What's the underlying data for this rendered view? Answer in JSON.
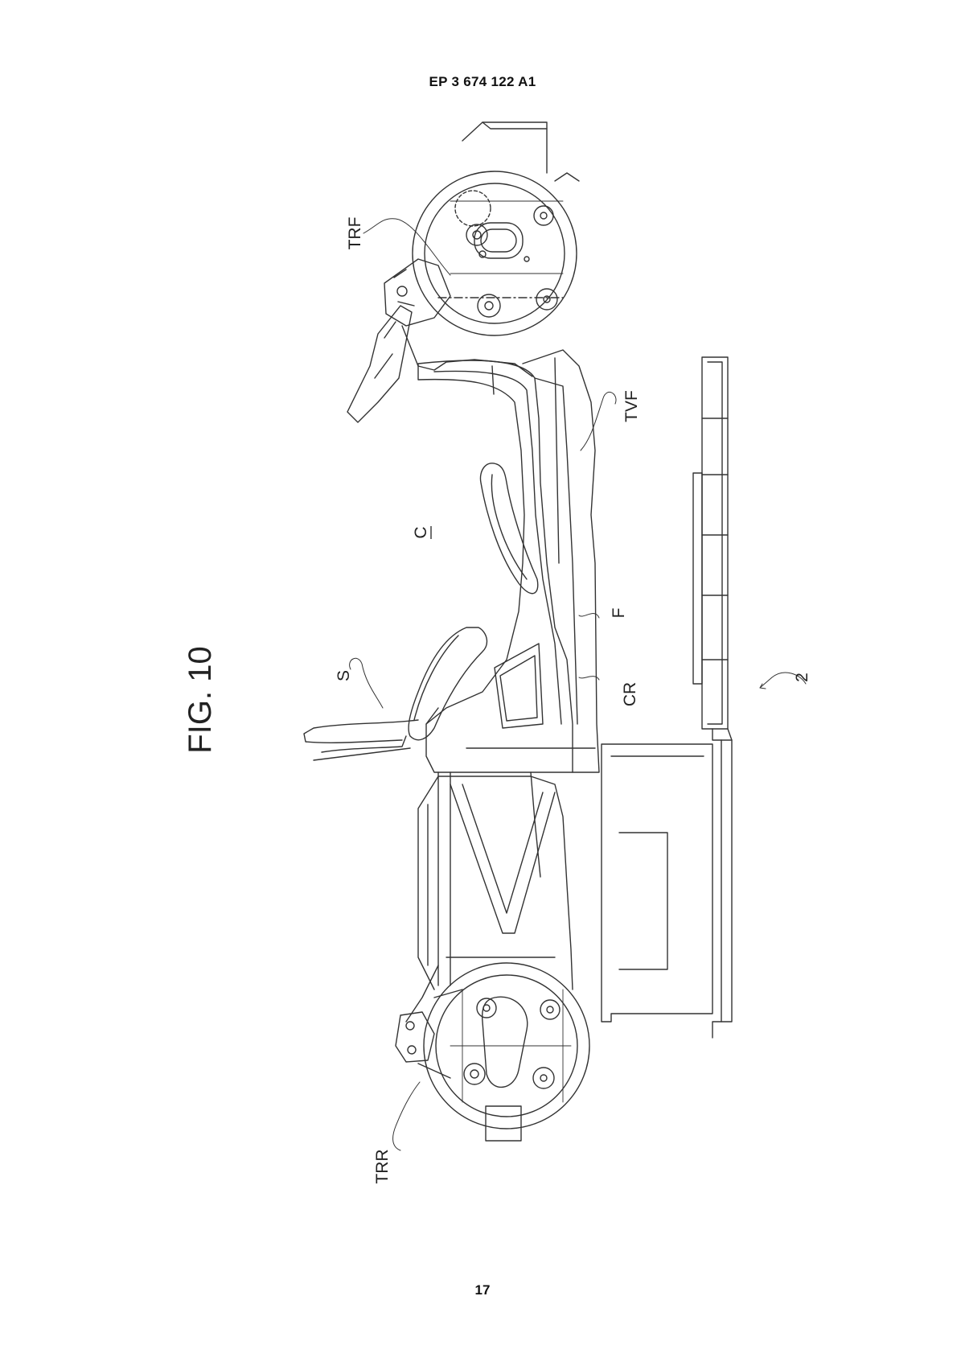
{
  "header": {
    "publication_number": "EP 3 674 122 A1"
  },
  "figure": {
    "title": "FIG. 10"
  },
  "labels": {
    "trf": "TRF",
    "tvf": "TVF",
    "c": "C",
    "f": "F",
    "s": "S",
    "cr": "CR",
    "two": "2",
    "trr": "TRR"
  },
  "footer": {
    "page_number": "17"
  }
}
